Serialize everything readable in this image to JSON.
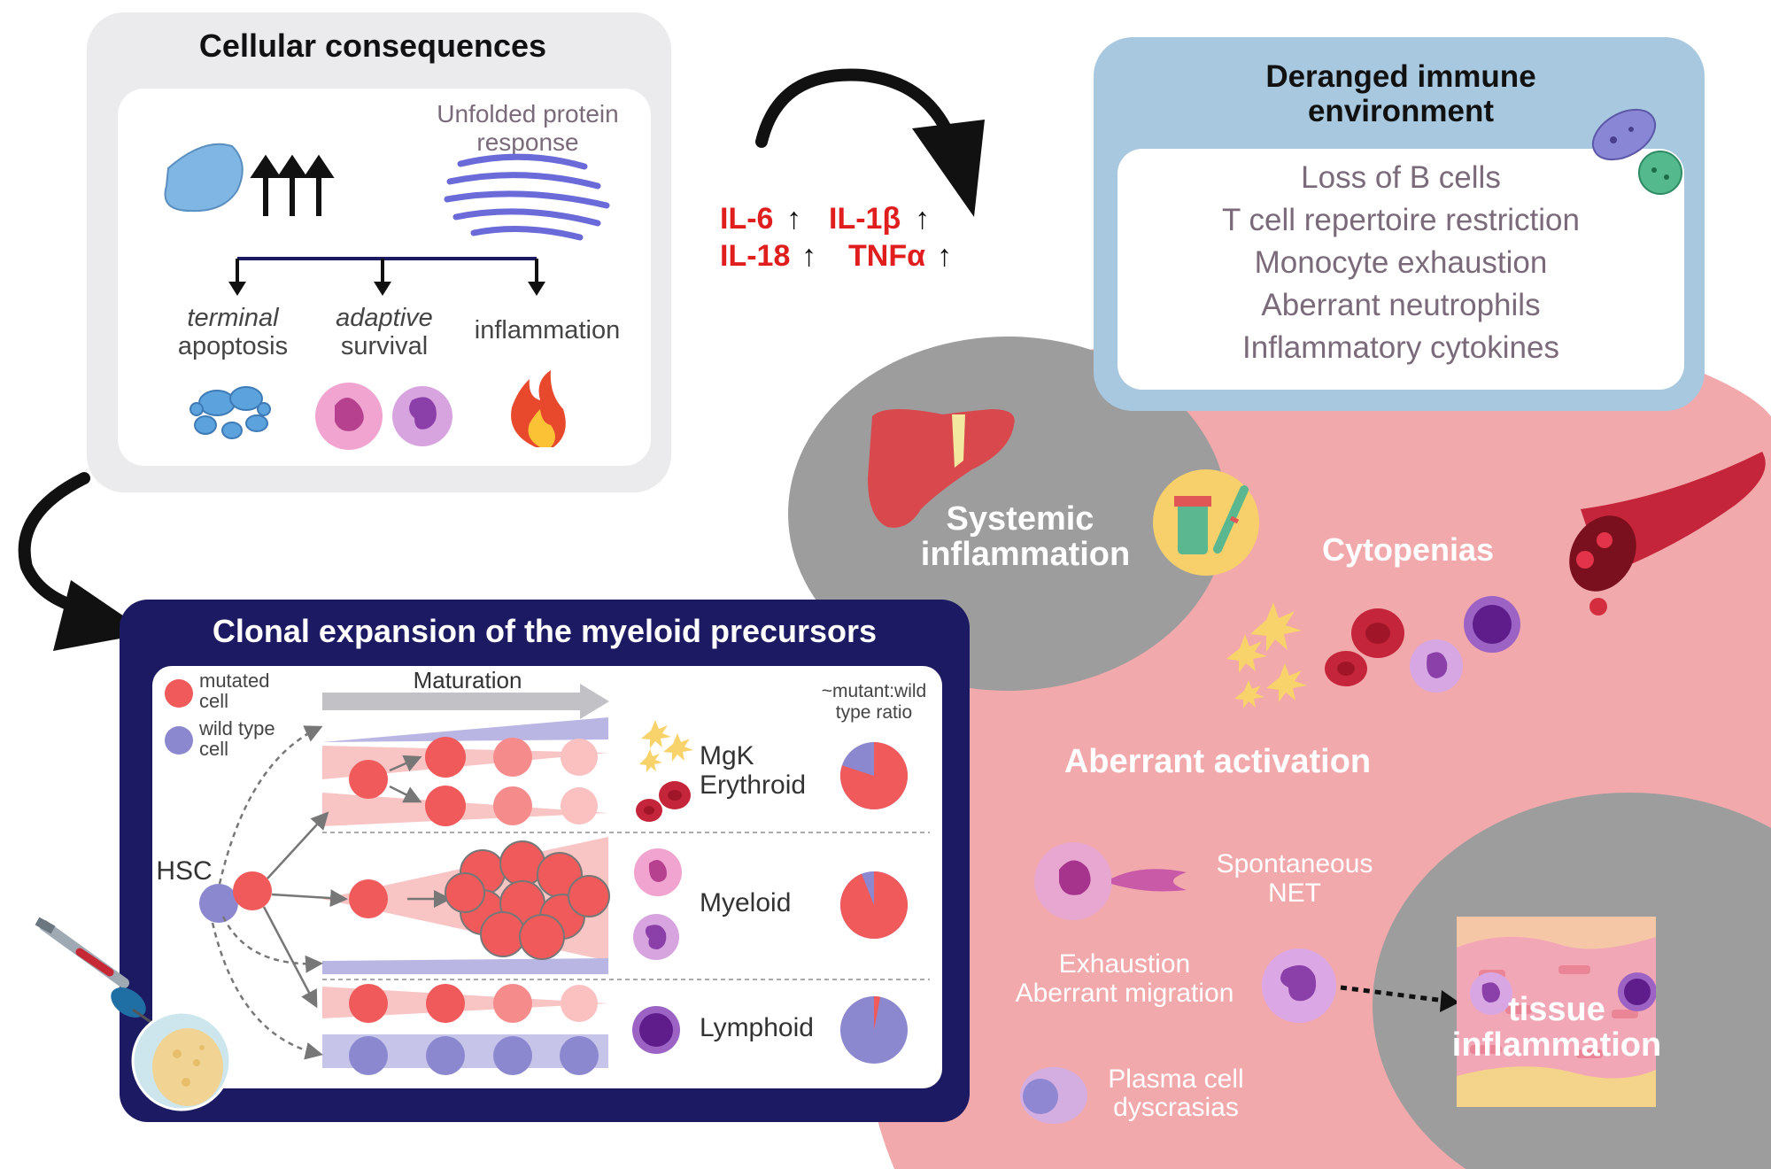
{
  "cellular": {
    "title": "Cellular consequences",
    "upr_line1": "Unfolded protein",
    "upr_line2": "response",
    "terminal": "terminal",
    "apoptosis": "apoptosis",
    "adaptive": "adaptive",
    "survival": "survival",
    "inflammation": "inflammation"
  },
  "cytokines": {
    "il6": "IL-6",
    "il1b": "IL-1β",
    "il18": "IL-18",
    "tnfa": "TNFα",
    "arrow": "↑"
  },
  "immune": {
    "title1": "Deranged immune",
    "title2": "environment",
    "items": [
      "Loss of B cells",
      "T cell repertoire restriction",
      "Monocyte exhaustion",
      "Aberrant neutrophils",
      "Inflammatory cytokines"
    ]
  },
  "systemic": {
    "line1": "Systemic",
    "line2": "inflammation",
    "cytopenias": "Cytopenias",
    "aberrant_activation": "Aberrant activation",
    "net1": "Spontaneous",
    "net2": "NET",
    "exh1": "Exhaustion",
    "exh2": "Aberrant migration",
    "plasma1": "Plasma cell",
    "plasma2": "dyscrasias",
    "tissue1": "tissue",
    "tissue2": "inflammation"
  },
  "clonal": {
    "title": "Clonal expansion of the myeloid precursors",
    "legend_mut1": "mutated",
    "legend_mut2": "cell",
    "legend_wt1": "wild type",
    "legend_wt2": "cell",
    "maturation": "Maturation",
    "ratio1": "~mutant:wild",
    "ratio2": "type ratio",
    "hsc": "HSC",
    "rows": [
      {
        "label1": "MgK",
        "label2": "Erythroid",
        "mutant_fraction": 0.8
      },
      {
        "label1": "Myeloid",
        "label2": "",
        "mutant_fraction": 0.94
      },
      {
        "label1": "Lymphoid",
        "label2": "",
        "mutant_fraction": 0.03
      }
    ]
  },
  "colors": {
    "mutated": "#f05a5a",
    "wildtype": "#8c88cf",
    "navy": "#1c1a63",
    "cytokine_red": "#e01e1e",
    "gray_box": "#ebebee",
    "blue_box": "#a8c8df",
    "pink_bg": "#f2a9ac",
    "gray_circle": "#9d9d9d"
  }
}
